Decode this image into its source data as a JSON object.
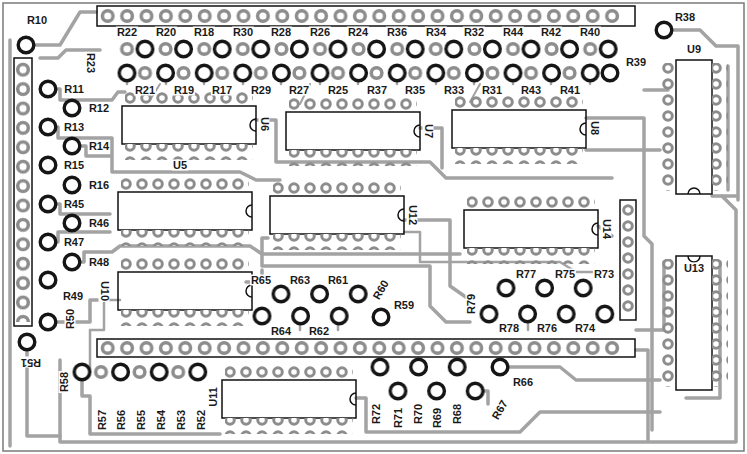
{
  "diagram": {
    "labels": [
      "R38",
      "R10",
      "R22",
      "R20",
      "R18",
      "R30",
      "R28",
      "R26",
      "R24",
      "R36",
      "R34",
      "R32",
      "R44",
      "R42",
      "R40",
      "U9",
      "R23",
      "R39",
      "R21",
      "R19",
      "R17",
      "R29",
      "R27",
      "R25",
      "R37",
      "R35",
      "R33",
      "R31",
      "R43",
      "R41",
      "R11",
      "R12",
      "U6",
      "R13",
      "U8",
      "U7",
      "R14",
      "U5",
      "R15",
      "R16",
      "R45",
      "U12",
      "U14",
      "R46",
      "R47",
      "U13",
      "R48",
      "R65",
      "R63",
      "R61",
      "R77",
      "R75",
      "R73",
      "U10",
      "R60",
      "R49",
      "R79",
      "R59",
      "R50",
      "R64",
      "R62",
      "R78",
      "R76",
      "R74",
      "R51",
      "R66",
      "R58",
      "R72",
      "R71",
      "R70",
      "R69",
      "R68",
      "R67",
      "U11",
      "R57",
      "R56",
      "R55",
      "R54",
      "R53",
      "R52"
    ]
  }
}
